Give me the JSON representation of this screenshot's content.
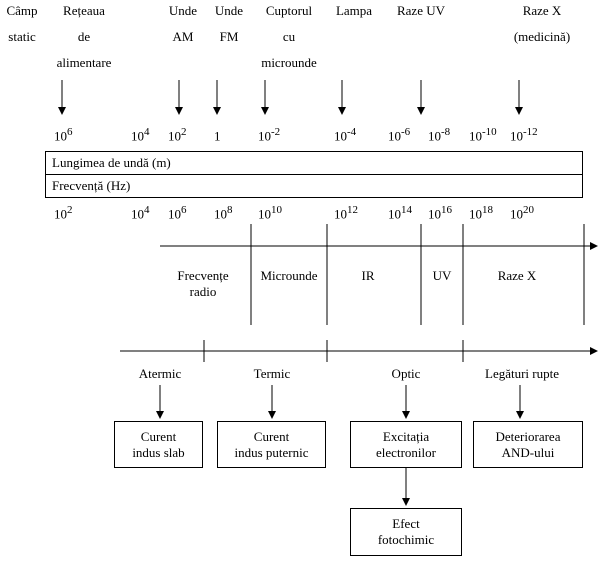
{
  "sources": [
    {
      "line1": "Câmp",
      "line2": "static",
      "line3": ""
    },
    {
      "line1": "Rețeaua",
      "line2": "de",
      "line3": "alimentare"
    },
    {
      "line1": "Unde",
      "line2": "AM",
      "line3": ""
    },
    {
      "line1": "Unde",
      "line2": "FM",
      "line3": ""
    },
    {
      "line1": "Cuptorul",
      "line2": "cu",
      "line3": "microunde"
    },
    {
      "line1": "Lampa",
      "line2": "",
      "line3": ""
    },
    {
      "line1": "Raze UV",
      "line2": "",
      "line3": ""
    },
    {
      "line1": "Raze X",
      "line2": "(medicină)",
      "line3": ""
    }
  ],
  "wavelength_ticks": [
    {
      "base": "10",
      "exp": "6"
    },
    {
      "base": "10",
      "exp": "4"
    },
    {
      "base": "10",
      "exp": "2"
    },
    {
      "base": "1",
      "exp": ""
    },
    {
      "base": "10",
      "exp": "-2"
    },
    {
      "base": "10",
      "exp": "-4"
    },
    {
      "base": "10",
      "exp": "-6"
    },
    {
      "base": "10",
      "exp": "-8"
    },
    {
      "base": "10",
      "exp": "-10"
    },
    {
      "base": "10",
      "exp": "-12"
    }
  ],
  "wavelength_label": "Lungimea de undă (m)",
  "frequency_label": "Frecvență (Hz)",
  "frequency_ticks": [
    {
      "base": "10",
      "exp": "2"
    },
    {
      "base": "10",
      "exp": "4"
    },
    {
      "base": "10",
      "exp": "6"
    },
    {
      "base": "10",
      "exp": "8"
    },
    {
      "base": "10",
      "exp": "10"
    },
    {
      "base": "10",
      "exp": "12"
    },
    {
      "base": "10",
      "exp": "14"
    },
    {
      "base": "10",
      "exp": "16"
    },
    {
      "base": "10",
      "exp": "18"
    },
    {
      "base": "10",
      "exp": "20"
    }
  ],
  "bands": [
    {
      "line1": "Frecvențe",
      "line2": "radio"
    },
    {
      "line1": "Microunde",
      "line2": ""
    },
    {
      "line1": "IR",
      "line2": ""
    },
    {
      "line1": "UV",
      "line2": ""
    },
    {
      "line1": "Raze X",
      "line2": ""
    }
  ],
  "effects": [
    "Atermic",
    "Termic",
    "Optic",
    "Legături rupte"
  ],
  "outcomes": [
    {
      "line1": "Curent",
      "line2": "indus slab"
    },
    {
      "line1": "Curent",
      "line2": "indus puternic"
    },
    {
      "line1": "Excitația",
      "line2": "electronilor"
    },
    {
      "line1": "Deteriorarea",
      "line2": "AND-ului"
    }
  ],
  "final_box": {
    "line1": "Efect",
    "line2": "fotochimic"
  }
}
